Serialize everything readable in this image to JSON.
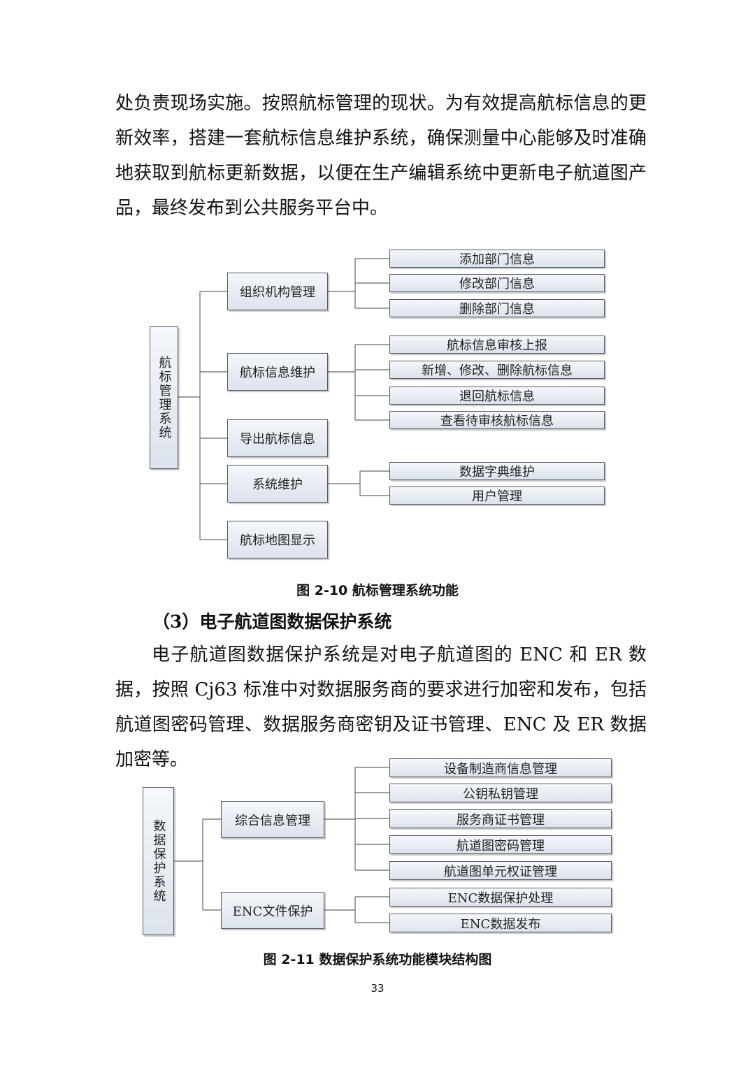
{
  "page": {
    "para1": "处负责现场实施。按照航标管理的现状。为有效提高航标信息的更新效率，搭建一套航标信息维护系统，确保测量中心能够及时准确地获取到航标更新数据，以便在生产编辑系统中更新电子航道图产品，最终发布到公共服务平台中。",
    "caption1": "图 2-10 航标管理系统功能",
    "heading": "（3）电子航道图数据保护系统",
    "para2": "电子航道图数据保护系统是对电子航道图的 ENC 和 ER 数据，按照 Cj63 标准中对数据服务商的要求进行加密和发布，包括航道图密码管理、数据服务商密钥及证书管理、ENC 及 ER 数据加密等。",
    "caption2": "图 2-11 数据保护系统功能模块结构图",
    "page_number": "33"
  },
  "diagram1": {
    "root": "航标管理系统",
    "level1": [
      "组织机构管理",
      "航标信息维护",
      "导出航标信息",
      "系统维护",
      "航标地图显示"
    ],
    "group1": [
      "添加部门信息",
      "修改部门信息",
      "删除部门信息"
    ],
    "group2": [
      "航标信息审核上报",
      "新增、修改、删除航标信息",
      "退回航标信息",
      "查看待审核航标信息"
    ],
    "group4": [
      "数据字典维护",
      "用户管理"
    ]
  },
  "diagram2": {
    "root": "数据保护系统",
    "level1": [
      "综合信息管理",
      "ENC文件保护"
    ],
    "group1": [
      "设备制造商信息管理",
      "公钥私钥管理",
      "服务商证书管理",
      "航道图密码管理",
      "航道图单元权证管理"
    ],
    "group2": [
      "ENC数据保护处理",
      "ENC数据发布"
    ]
  }
}
